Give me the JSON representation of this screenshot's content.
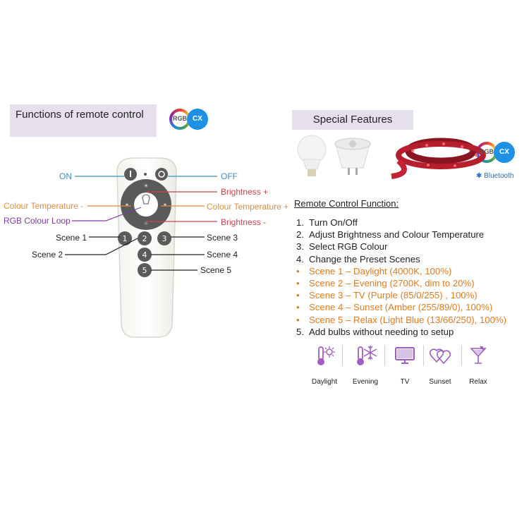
{
  "left_title": "Functions of remote control",
  "right_title": "Special Features",
  "logo": {
    "rgb": "RGB",
    "cx": "CX"
  },
  "bluetooth_label": "Bluetooth",
  "remote_labels": {
    "on": "ON",
    "off": "OFF",
    "brightness_plus": "Brightness +",
    "brightness_minus": "Brightness -",
    "colour_temp_left": "Colour Temperature -",
    "colour_temp_right": "Colour Temperature +",
    "rgb_loop": "RGB Colour Loop",
    "scene1": "Scene 1",
    "scene2": "Scene 2",
    "scene3": "Scene 3",
    "scene4": "Scene 4",
    "scene5": "Scene 5"
  },
  "remote_buttons": {
    "b1": "1",
    "b2": "2",
    "b3": "3",
    "b4": "4",
    "b5": "5"
  },
  "remote_function_heading": "Remote Control Function:",
  "functions": [
    {
      "num": "1.",
      "text": "Turn On/Off"
    },
    {
      "num": "2.",
      "text": "Adjust Brightness and Colour Temperature"
    },
    {
      "num": "3.",
      "text": "Select RGB Colour"
    },
    {
      "num": "4.",
      "text": "Change the Preset Scenes"
    }
  ],
  "scenes": [
    "Scene 1 – Daylight (4000K, 100%)",
    "Scene 2 – Evening (2700K, dim to 20%)",
    "Scene 3 – TV (Purple (85/0/255) , 100%)",
    "Scene 4 – Sunset (Amber (255/89/0), 100%)",
    "Scene 5 – Relax (Light Blue (13/66/250), 100%)"
  ],
  "function5": {
    "num": "5.",
    "text": "Add bulbs without needing to setup"
  },
  "scene_icons": [
    {
      "label": "Daylight",
      "icon": "thermometer-sun-icon"
    },
    {
      "label": "Evening",
      "icon": "thermometer-snowflake-icon"
    },
    {
      "label": "TV",
      "icon": "tv-icon"
    },
    {
      "label": "Sunset",
      "icon": "hearts-icon"
    },
    {
      "label": "Relax",
      "icon": "cocktail-icon"
    }
  ],
  "colors": {
    "label_blue": "#3b8ec3",
    "label_red": "#c7434d",
    "label_orange": "#e38b3c",
    "label_purple": "#7d3aa8",
    "scene_orange": "#e67b1e",
    "icon_purple": "#a15bc4",
    "title_bg": "#e6e0ee"
  }
}
